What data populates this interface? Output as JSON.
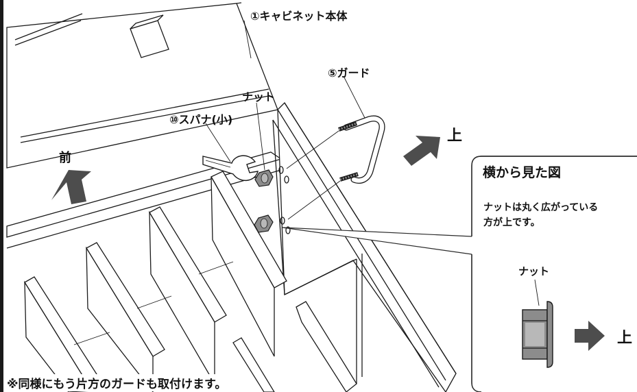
{
  "labels": {
    "cabinet_body": "①キャビネット本体",
    "guard": "⑤ガード",
    "nut": "ナット",
    "spanner": "⑩スパナ(小)",
    "front": "前",
    "up": "上"
  },
  "side_view": {
    "title": "横から見た図",
    "note_line1": "ナットは丸く広がっている",
    "note_line2": "方が上です。",
    "nut_label": "ナット",
    "up_label": "上"
  },
  "footer_note": "※同様にもう片方のガードも取付けます。",
  "colors": {
    "line": "#1a1a1a",
    "arrow_fill": "#4d4d4d",
    "part_fill": "#8c8c8c",
    "part_light": "#b8b8b8",
    "callout_border": "#2a2a2a"
  }
}
